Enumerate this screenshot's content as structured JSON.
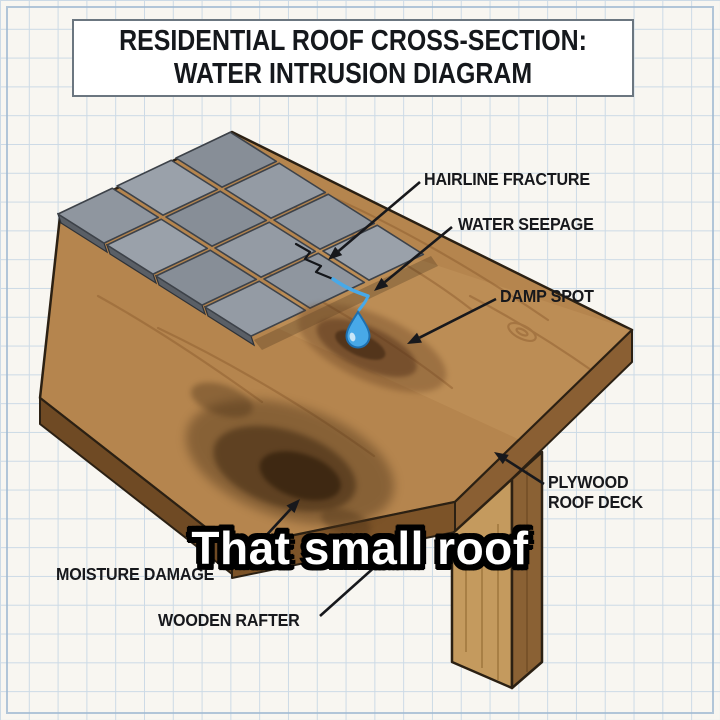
{
  "title": {
    "line1": "RESIDENTIAL ROOF CROSS-SECTION:",
    "line2": "WATER INTRUSION DIAGRAM"
  },
  "labels": {
    "hairline_fracture": "HAIRLINE FRACTURE",
    "water_seepage": "WATER SEEPAGE",
    "damp_spot": "DAMP SPOT",
    "plywood_line1": "PLYWOOD",
    "plywood_line2": "ROOF DECK",
    "moisture_damage": "MOISTURE DAMAGE",
    "wooden_rafter": "WOODEN RAFTER"
  },
  "caption": {
    "text": "That small roof"
  },
  "colors": {
    "paper": "#f8f6f1",
    "grid": "#ccdae6",
    "frame": "#9fb9d2",
    "ink": "#17181c",
    "box-border": "#6b7680",
    "title-ink": "#15181c",
    "wood": "#b5854e",
    "wood-shadow": "#8a5f33",
    "wood-under": "#7c5328",
    "wood-left": "#6f4a24",
    "grain": "#8f5f30",
    "rafter-front": "#c49a5e",
    "rafter-side": "#8a6134",
    "shingle-a": "#8f969f",
    "shingle-b": "#9aa1aa",
    "shingle-c": "#878e97",
    "shingle-d": "#949ba4",
    "shingle-edge": "#5a5f66",
    "shingle-line": "#3d4249",
    "water": "#48a9e8",
    "water-dark": "#1e6fae",
    "stain": "#4a3117",
    "damp": "#6b4424",
    "caption-fill": "#ffffff",
    "caption-outline": "#000000"
  }
}
